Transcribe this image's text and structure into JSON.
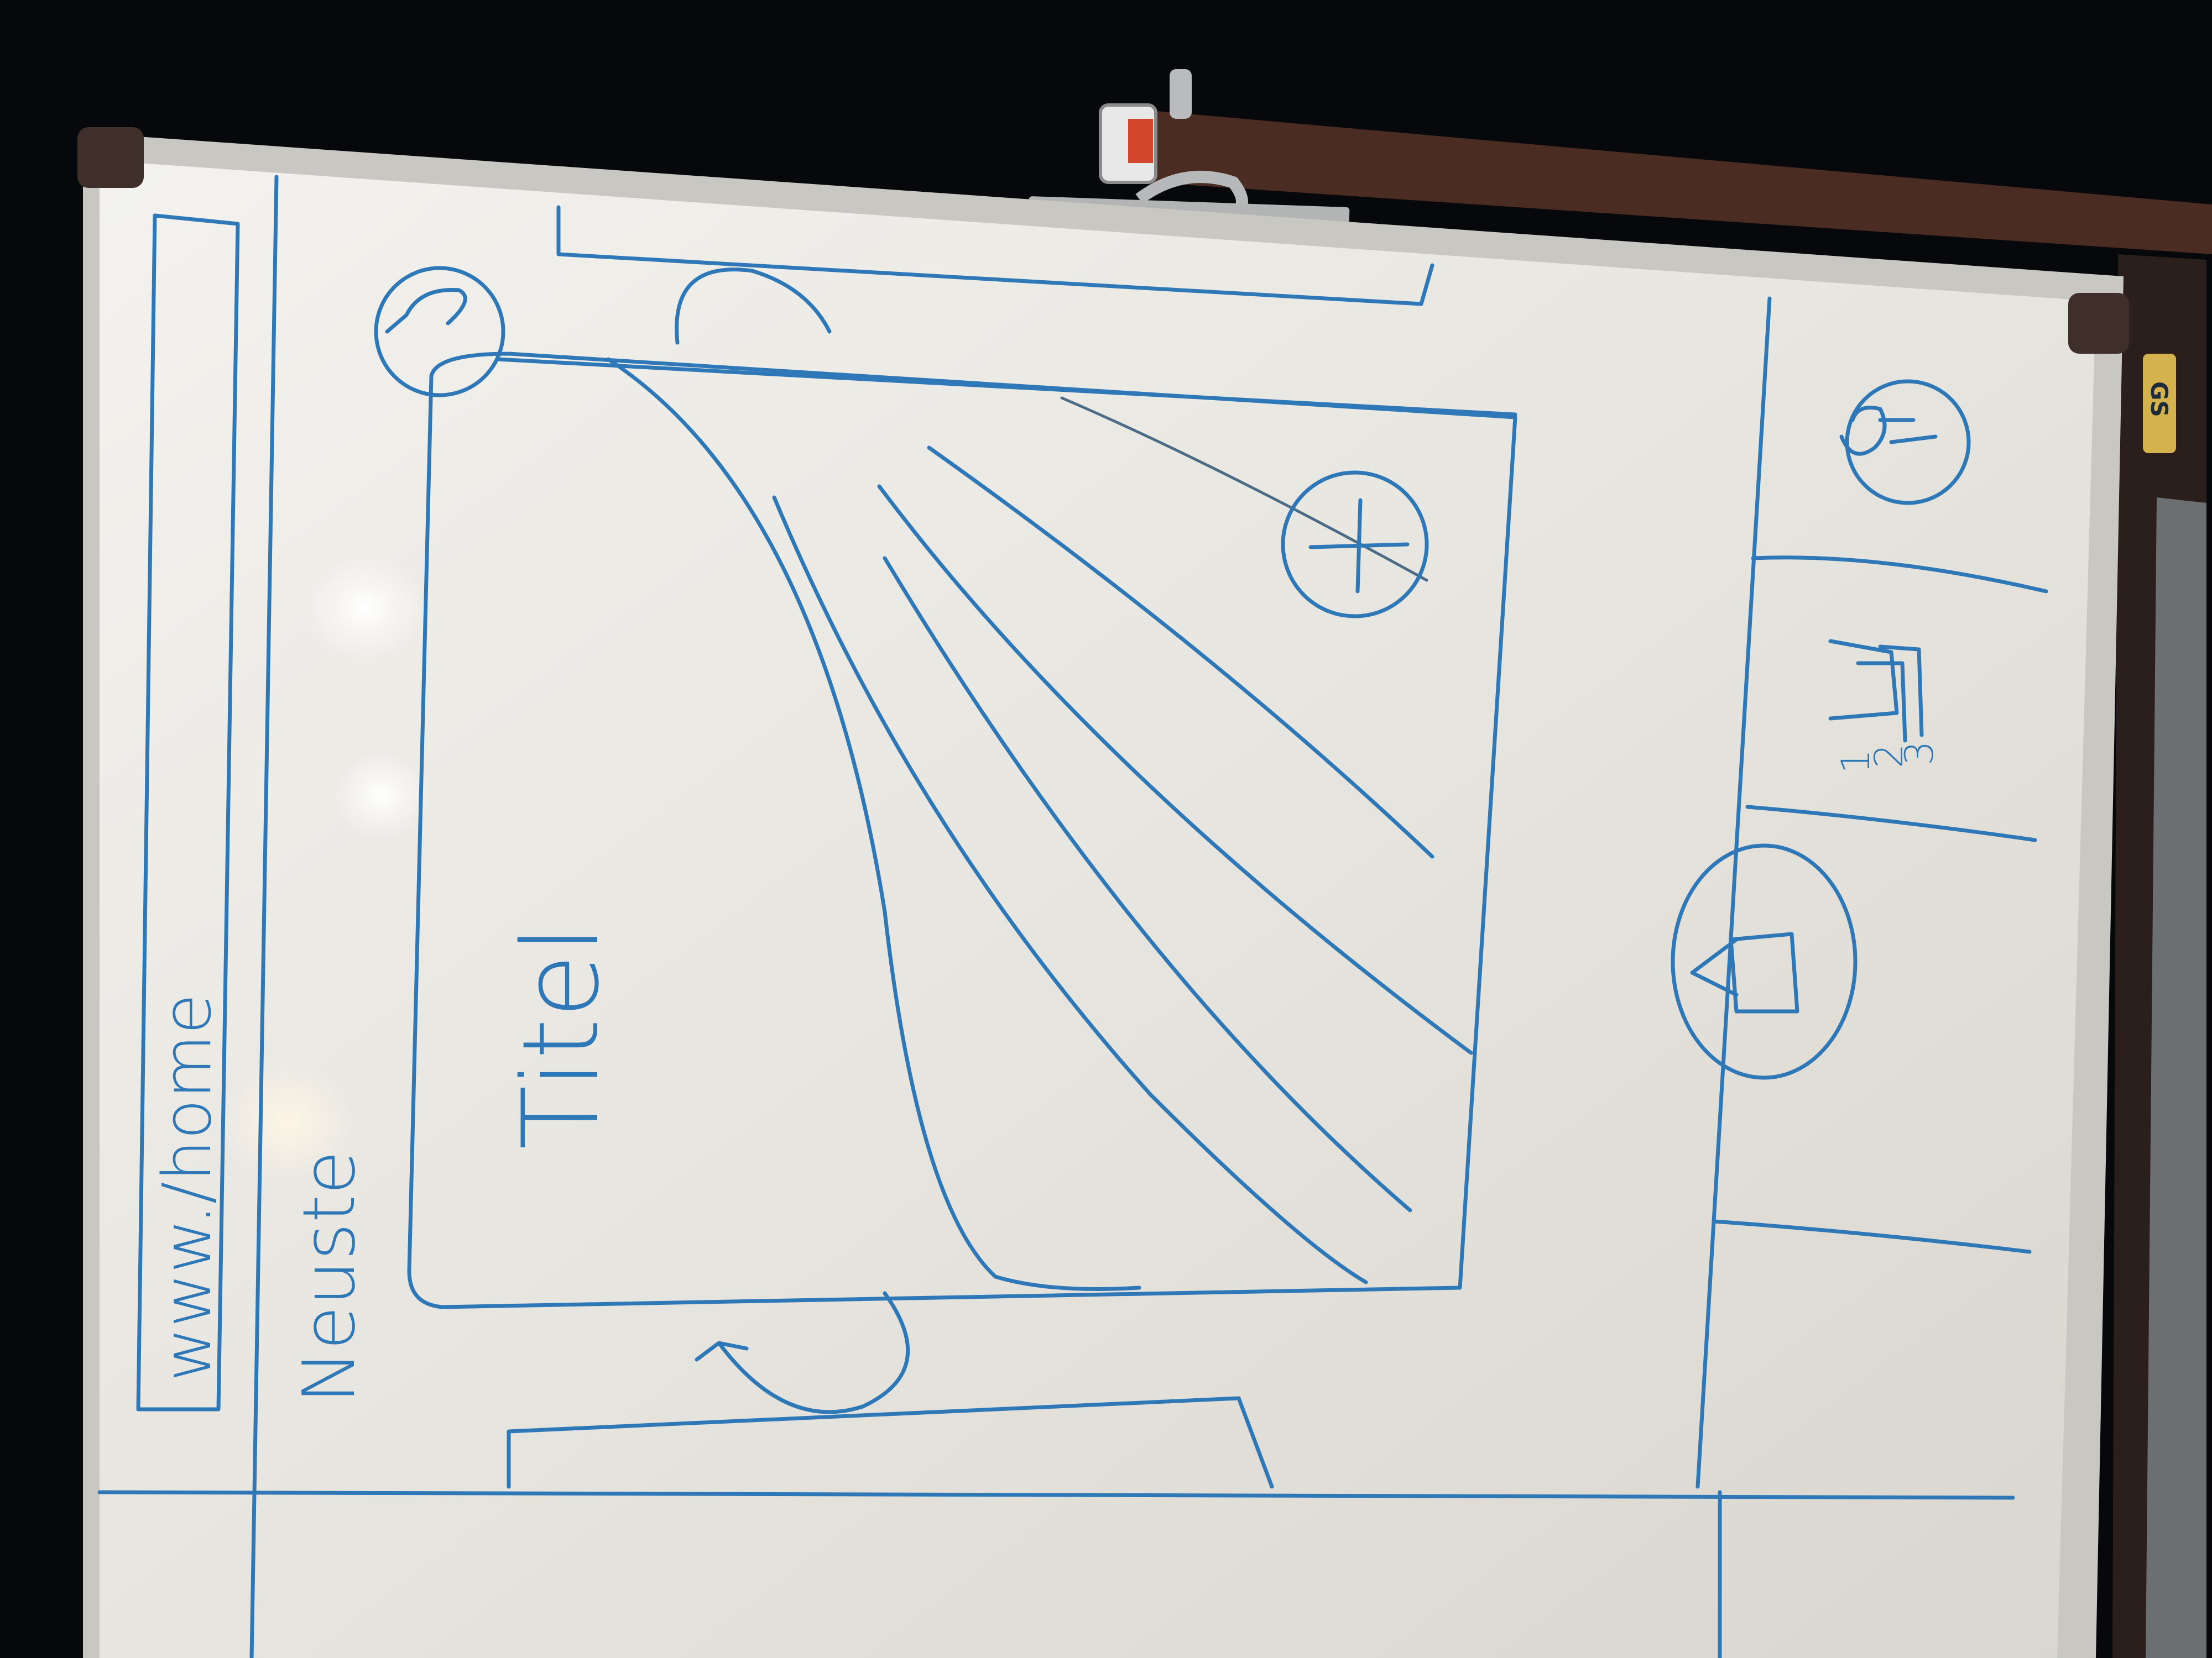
{
  "image": {
    "kind": "photo",
    "subject": "whiteboard sketch of a mobile app screen, photographed rotated"
  },
  "sketch": {
    "url_text": "www./home",
    "tab_label": "Neuste",
    "card_title": "Titel",
    "add_icon": "plus-icon",
    "refresh_icon": "refresh-arrow-icon",
    "back_icon": "back-arrow-icon",
    "nav_icons": [
      "profile-icon",
      "ranking-list-icon",
      "home-icon"
    ],
    "ranking_marks": [
      "1",
      "2",
      "3"
    ]
  },
  "hardware": {
    "sticker_text": "GS"
  },
  "colors": {
    "marker_blue": "#2f78b8",
    "board_white": "#eceae4",
    "frame_metal": "#c9c7c1",
    "background": "#07080c",
    "easel_brown": "#5a3525"
  }
}
